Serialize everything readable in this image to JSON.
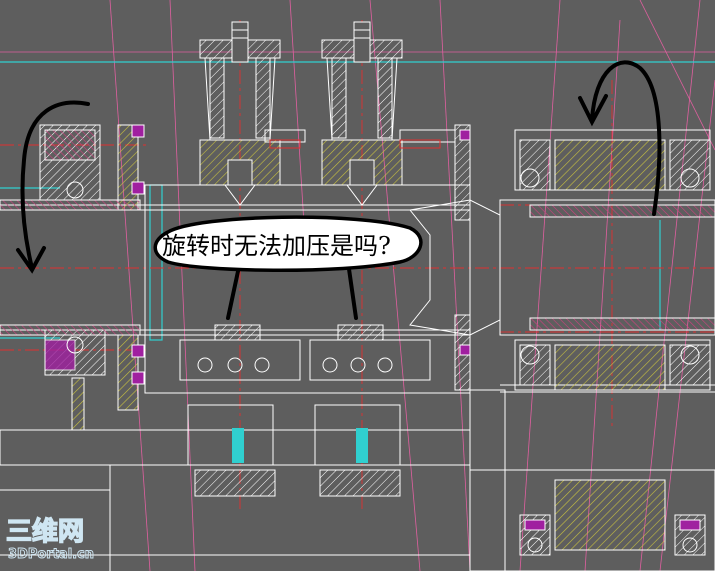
{
  "annotation": {
    "question": "旋转时无法加压是吗?"
  },
  "watermark": {
    "logo_text": "三维网",
    "logo_url": "3DPortal.cn"
  },
  "colors": {
    "background": "#5e5e5e",
    "outline": "#ffffff",
    "centerline_red": "#e03030",
    "guide_pink": "#e060a0",
    "guide_cyan": "#30d0d0",
    "hatch_yellow": "#c8c040",
    "magenta_part": "#a020a0",
    "annotation_ink": "#000000",
    "bubble_fill": "#ffffff"
  },
  "icons": {
    "left_arrow": "rotation-arrow-down-icon",
    "right_arrow": "rotation-arrow-up-icon"
  }
}
